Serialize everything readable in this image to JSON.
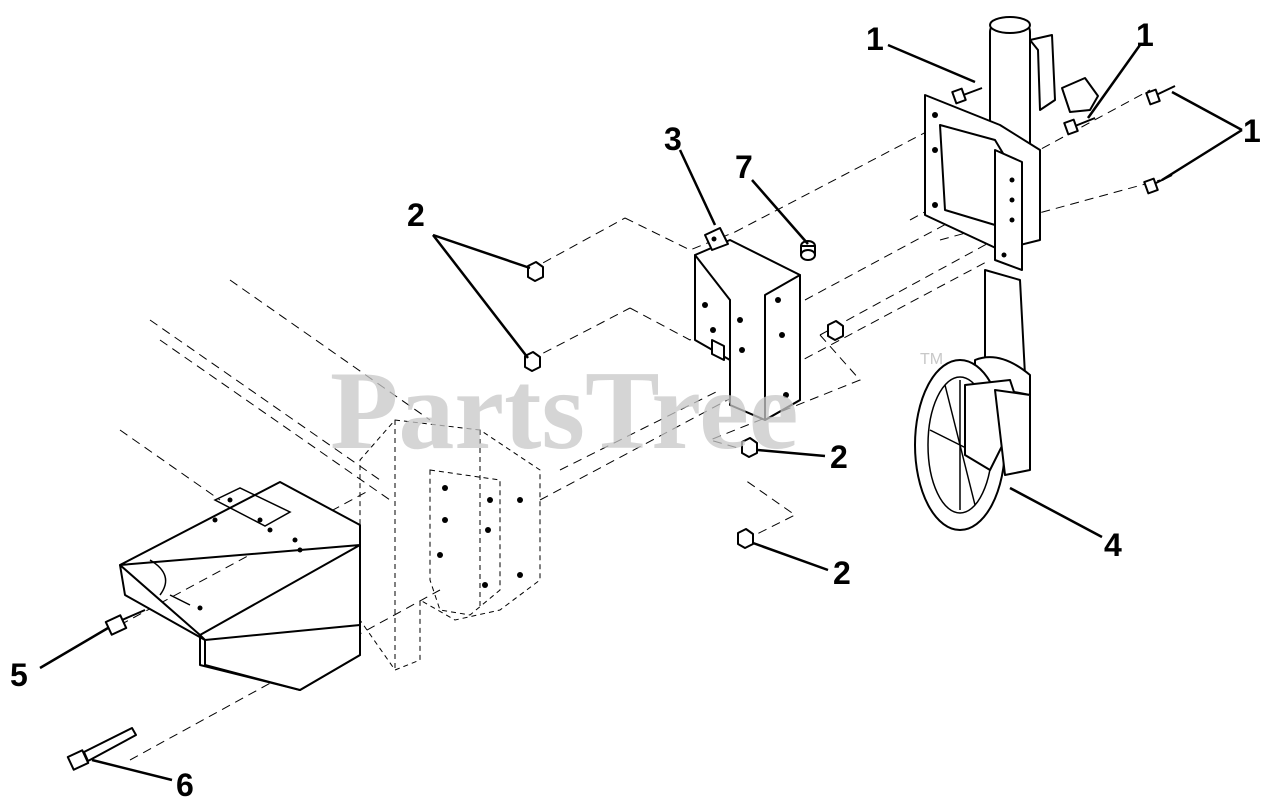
{
  "watermark": {
    "text": "PartsTree",
    "tm": "TM"
  },
  "callouts": {
    "c1a": "1",
    "c1b": "1",
    "c1c": "1",
    "c2a": "2",
    "c2b": "2",
    "c2c": "2",
    "c3": "3",
    "c4": "4",
    "c5": "5",
    "c6": "6",
    "c7": "7"
  },
  "colors": {
    "line": "#000000",
    "watermark": "#c8c8c8",
    "background": "#ffffff"
  }
}
